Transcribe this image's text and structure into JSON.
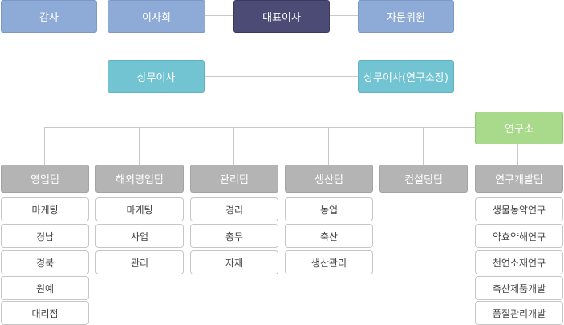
{
  "top": {
    "audit": "감사",
    "board": "이사회",
    "ceo": "대표이사",
    "advisory": "자문위원"
  },
  "directors": {
    "left": "상무이사",
    "right": "상무이사(연구소장)"
  },
  "institute": "연구소",
  "teams": [
    {
      "name": "영업팀",
      "items": [
        "마케팅",
        "경남",
        "경북",
        "원예",
        "대리점"
      ]
    },
    {
      "name": "해외영업팀",
      "items": [
        "마케팅",
        "사업",
        "관리"
      ]
    },
    {
      "name": "관리팀",
      "items": [
        "경리",
        "총무",
        "자재"
      ]
    },
    {
      "name": "생산팀",
      "items": [
        "농업",
        "축산",
        "생산관리"
      ]
    },
    {
      "name": "컨설팅팀",
      "items": []
    },
    {
      "name": "연구개발팀",
      "items": [
        "생물농약연구",
        "약효약해연구",
        "천연소재연구",
        "축산제품개발",
        "품질관리개발"
      ]
    }
  ]
}
